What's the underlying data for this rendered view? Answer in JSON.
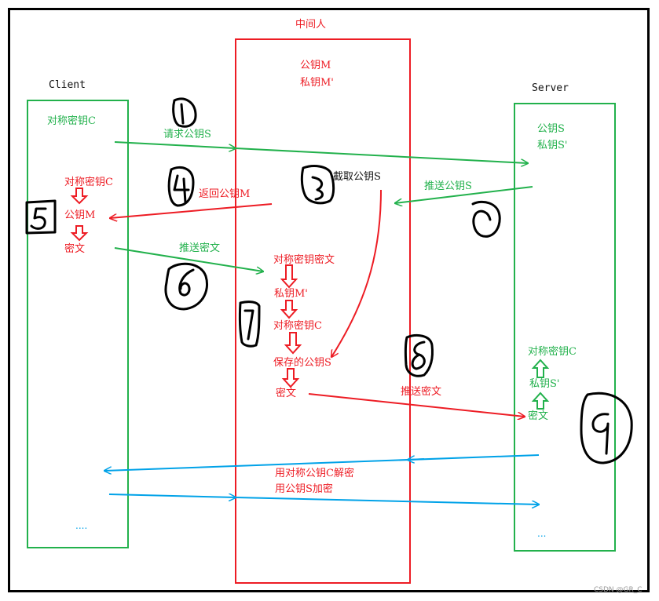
{
  "colors": {
    "green": "#22b14c",
    "red": "#ed1c24",
    "blue": "#00a2e8",
    "black": "#000000"
  },
  "lanes": {
    "client": "Client",
    "middle": "中间人",
    "server": "Server"
  },
  "middle_keys": {
    "public": "公钥M",
    "private": "私钥M'"
  },
  "server_keys": {
    "public": "公钥S",
    "private": "私钥S'"
  },
  "client_items": {
    "sym_key": "对称密钥C",
    "sym_key2": "对称密钥C",
    "pubM": "公钥M",
    "cipher": "密文"
  },
  "steps": {
    "request_pub": "请求公钥S",
    "intercept_pub": "截取公钥S",
    "push_pub": "推送公钥S",
    "return_pubM": "返回公钥M",
    "push_cipher": "推送密文",
    "push_cipher2": "推送密文"
  },
  "middle_chain": [
    "对称密钥密文",
    "私钥M'",
    "对称密钥C",
    "保存的公钥S",
    "密文"
  ],
  "server_chain": [
    "对称密钥C",
    "私钥S'",
    "密文"
  ],
  "bottom": {
    "decrypt": "用对称公钥C解密",
    "encrypt": "用公钥S加密",
    "dots_client": "....",
    "dots_server": "..."
  },
  "watermark": "CSDN @GR_C",
  "handwritten_numbers": [
    "1",
    "2",
    "3",
    "4",
    "5",
    "6",
    "7",
    "8",
    "9"
  ]
}
